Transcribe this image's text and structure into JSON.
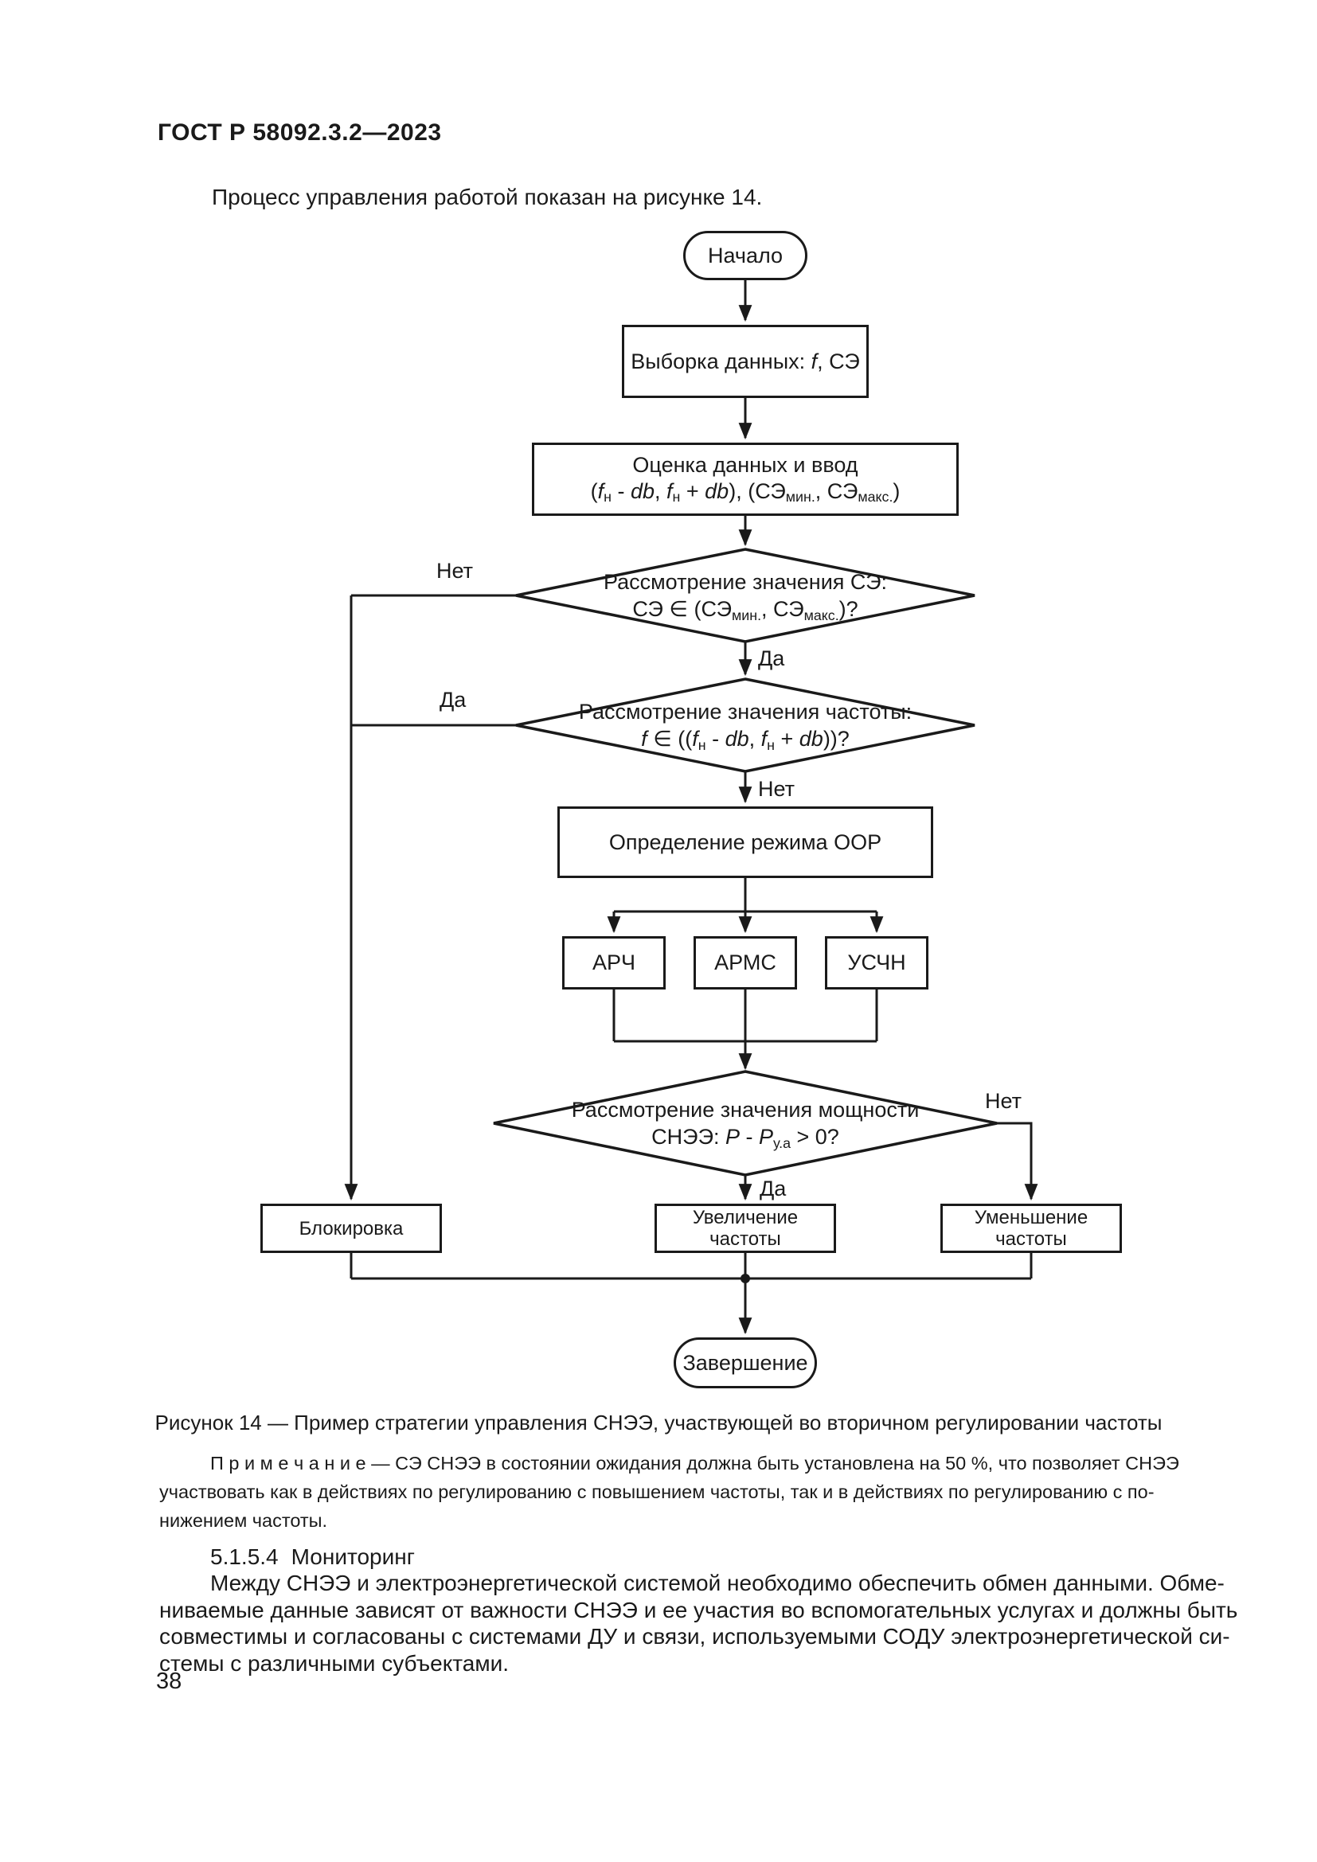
{
  "page": {
    "header": "ГОСТ Р 58092.3.2—2023",
    "intro": "Процесс управления работой показан на рисунке 14.",
    "page_number": "38"
  },
  "colors": {
    "ink": "#1a1a1a",
    "paper": "#ffffff"
  },
  "flowchart": {
    "start": "Начало",
    "box_select": [
      [
        "Выборка данных: ",
        ""
      ],
      [
        "f",
        "i"
      ],
      [
        ", СЭ",
        ""
      ]
    ],
    "box_eval_line1": "Оценка данных и ввод",
    "box_eval_line2": [
      [
        "(",
        ""
      ],
      [
        "f",
        "i"
      ],
      [
        "н",
        "sub"
      ],
      [
        " - ",
        ""
      ],
      [
        "db",
        "i"
      ],
      [
        ", ",
        ""
      ],
      [
        "f",
        "i"
      ],
      [
        "н",
        "sub"
      ],
      [
        " + ",
        ""
      ],
      [
        "db",
        "i"
      ],
      [
        "), (СЭ",
        ""
      ],
      [
        "мин.",
        "sub"
      ],
      [
        ", СЭ",
        ""
      ],
      [
        "макс.",
        "sub"
      ],
      [
        ")",
        ""
      ]
    ],
    "decision_soc_line1": "Рассмотрение значения СЭ:",
    "decision_soc_line2": [
      [
        "СЭ ∈ (СЭ",
        ""
      ],
      [
        "мин.",
        "sub"
      ],
      [
        ", СЭ",
        ""
      ],
      [
        "макс.",
        "sub"
      ],
      [
        ")?",
        ""
      ]
    ],
    "decision_freq_line1": "Рассмотрение значения частоты:",
    "decision_freq_line2": [
      [
        "f",
        "i"
      ],
      [
        " ∈ ((",
        ""
      ],
      [
        "f",
        "i"
      ],
      [
        "н",
        "sub"
      ],
      [
        " - ",
        ""
      ],
      [
        "db",
        "i"
      ],
      [
        ", ",
        ""
      ],
      [
        "f",
        "i"
      ],
      [
        "н",
        "sub"
      ],
      [
        " + ",
        ""
      ],
      [
        "db",
        "i"
      ],
      [
        "))?",
        ""
      ]
    ],
    "box_mode": "Определение режима ООР",
    "box_arch": "АРЧ",
    "box_arms": "АРМС",
    "box_uschn": "УСЧН",
    "decision_power_line1": "Рассмотрение значения мощности",
    "decision_power_line2": [
      [
        "СНЭЭ: ",
        ""
      ],
      [
        "P",
        "i"
      ],
      [
        " - ",
        ""
      ],
      [
        "P",
        "i"
      ],
      [
        "у.а",
        "sub"
      ],
      [
        " > 0?",
        ""
      ]
    ],
    "box_block": "Блокировка",
    "box_increase": "Увеличение частоты",
    "box_decrease": "Уменьшение частоты",
    "end": "Завершение",
    "label_yes": "Да",
    "label_no": "Нет"
  },
  "caption": "Рисунок 14 — Пример стратегии управления СНЭЭ, участвующей во вторичном регулировании частоты",
  "note": {
    "lines": [
      "П р и м е ч а н и е  — СЭ СНЭЭ в состоянии ожидания должна быть установлена на 50 %, что позволяет СНЭЭ",
      "участвовать как в действиях по регулированию с повышением частоты, так и в действиях по регулированию с по-",
      "нижением частоты."
    ]
  },
  "section": {
    "number": "5.1.5.4",
    "title": "Мониторинг"
  },
  "body": {
    "lines": [
      "Между СНЭЭ и электроэнергетической системой необходимо обеспечить обмен данными. Обме-",
      "ниваемые данные зависят от важности СНЭЭ и ее участия во вспомогательных услугах и должны быть",
      "совместимы и согласованы с системами ДУ и связи, используемыми СОДУ электроэнергетической си-",
      "стемы с различными субъектами."
    ]
  }
}
